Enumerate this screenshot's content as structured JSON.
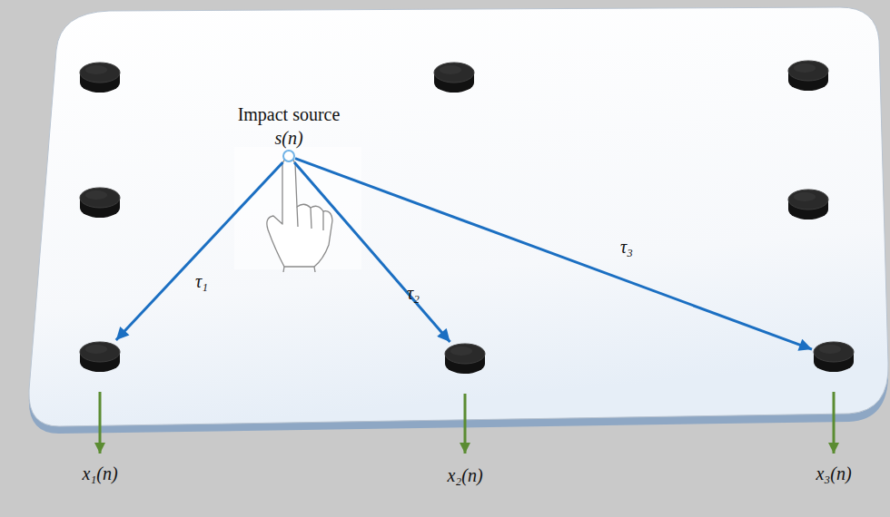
{
  "diagram": {
    "nodes": [
      {
        "text": [
          "Impact source",
          "s(n)"
        ]
      },
      {
        "text": [
          "x₁(n)"
        ]
      },
      {
        "text": [
          "x₂(n)"
        ]
      },
      {
        "text": [
          "x₃(n)"
        ]
      }
    ],
    "edges": [
      {
        "from": 0,
        "to": 1,
        "arrow": "to",
        "label": "τ₁"
      },
      {
        "from": 0,
        "to": 2,
        "arrow": "to",
        "label": "τ₂"
      },
      {
        "from": 0,
        "to": 3,
        "arrow": "to",
        "label": "τ₃"
      }
    ]
  }
}
